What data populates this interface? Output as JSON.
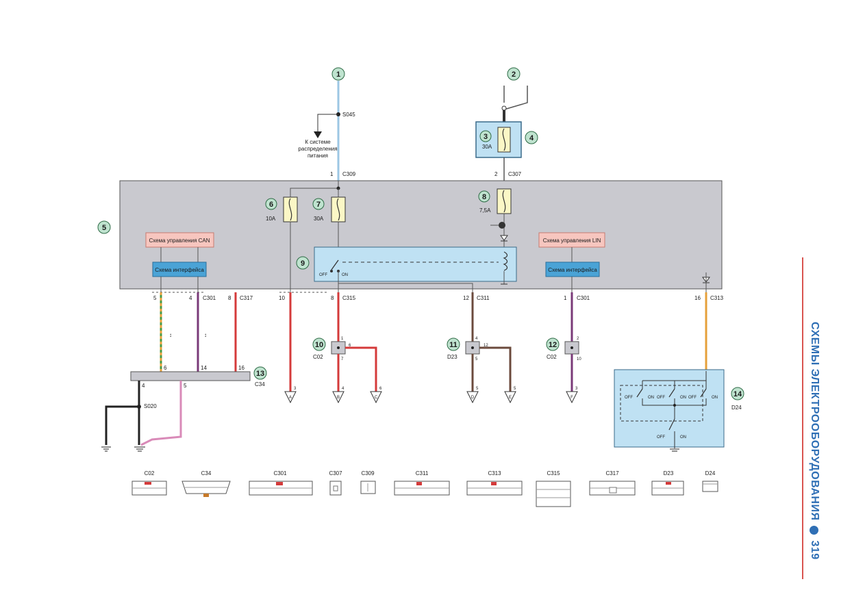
{
  "callouts": [
    "1",
    "2",
    "3",
    "4",
    "5",
    "6",
    "7",
    "8",
    "9",
    "10",
    "11",
    "12",
    "13",
    "14"
  ],
  "splices": {
    "s045": "S045",
    "s020": "S020"
  },
  "note": {
    "line1": "К системе",
    "line2": "распределения",
    "line3": "питания"
  },
  "fuses": {
    "f3": "30A",
    "f6": "10A",
    "f7": "30A",
    "f8": "7,5A"
  },
  "blocks": {
    "can_control": "Схема управления CAN",
    "can_interface": "Схема интерфейса",
    "lin_control": "Схема управления LIN",
    "lin_interface": "Схема интерфейса"
  },
  "relay": {
    "off": "OFF",
    "on": "ON"
  },
  "connectors": {
    "c309": "C309",
    "c307": "C307",
    "c301": "C301",
    "c317": "C317",
    "c315": "C315",
    "c311": "C311",
    "c301b": "C301",
    "c313": "C313",
    "c02a": "C02",
    "d23a": "D23",
    "c02b": "C02",
    "c34": "C34",
    "d24": "D24"
  },
  "pins": {
    "p1_top": "1",
    "p2_top": "2",
    "p5": "5",
    "p4": "4",
    "p8a": "8",
    "p10": "10",
    "p8b": "8",
    "p12": "12",
    "p1b": "1",
    "p16": "16",
    "c02a_1": "1",
    "c02a_6": "6",
    "c02a_7": "7",
    "d23_4": "4",
    "d23_12": "12",
    "d23_5": "5",
    "c02b_2": "2",
    "c02b_10": "10",
    "c34_6": "6",
    "c34_14": "14",
    "c34_16": "16",
    "c34_4": "4",
    "c34_5": "5",
    "grd_a": "3",
    "grd_b": "4",
    "grd_c": "6",
    "grd_d": "5",
    "grd_e": "5",
    "grd_f": "3"
  },
  "grounds": {
    "a": "A",
    "b": "B",
    "c": "C",
    "d": "D",
    "e": "E",
    "f": "F"
  },
  "d24_switch": {
    "off1": "OFF",
    "on1": "ON",
    "off2": "OFF",
    "on2": "ON",
    "off3": "OFF",
    "on3": "ON",
    "off4": "OFF",
    "on4": "ON"
  },
  "footer_connectors": [
    "C02",
    "C34",
    "C301",
    "C307",
    "C309",
    "C311",
    "C313",
    "C315",
    "C317",
    "D23",
    "D24"
  ],
  "side": {
    "title": "СХЕМЫ ЭЛЕКТРООБОРУДОВАНИЯ",
    "page": "319"
  },
  "colors": {
    "module_fill": "#c9c9cf",
    "blue_box": "#bfe1f3",
    "pink_box": "#f7c6bf",
    "interface_box": "#4aa3d6",
    "fuse_fill": "#fbf7c6",
    "callout_fill": "#bfe3cf",
    "wire_red": "#d43a3a",
    "wire_purple": "#7a3a78",
    "wire_brown": "#6b4a3c",
    "wire_orange": "#e6a03a",
    "wire_pink": "#d98ab8",
    "wire_black": "#222222",
    "accent": "#2f6fb5"
  }
}
